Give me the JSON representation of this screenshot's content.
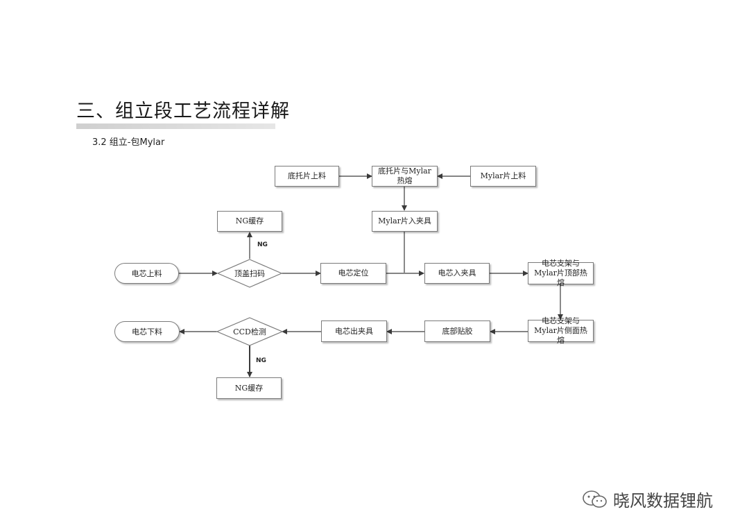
{
  "header": {
    "title": "三、组立段工艺流程详解",
    "subtitle": "3.2 组立-包Mylar"
  },
  "nodes": {
    "base_tray_loading": "底托片上料",
    "base_tray_mylar_fusion": "底托片与Mylar热熔",
    "mylar_loading": "Mylar片上料",
    "mylar_into_fixture": "Mylar片入夹具",
    "ng_buffer_top": "NG缓存",
    "cell_loading": "电芯上料",
    "top_cover_scan": "顶盖扫码",
    "cell_positioning": "电芯定位",
    "cell_into_fixture": "电芯入夹具",
    "bracket_mylar_top_fusion": "电芯支架与Mylar片顶部热熔",
    "bracket_mylar_side_fusion": "电芯支架与Mylar片侧面热熔",
    "bottom_tape": "底部贴胶",
    "cell_out_fixture": "电芯出夹具",
    "ccd_inspection": "CCD检测",
    "cell_unloading": "电芯下料",
    "ng_buffer_bottom": "NG缓存"
  },
  "edge_labels": {
    "ng_top": "NG",
    "ng_bottom": "NG"
  },
  "watermark": {
    "text": "晓风数据锂航",
    "icon": "wechat-icon"
  },
  "colors": {
    "line": "#3a3a3a",
    "border": "#7a7a7a",
    "title_bar": "#d6d6d6"
  }
}
